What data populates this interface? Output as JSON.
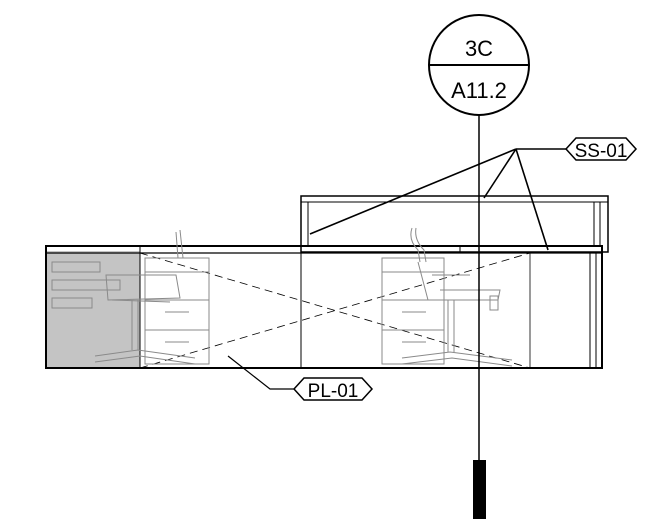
{
  "section_marker": {
    "detail": "3C",
    "sheet": "A11.2"
  },
  "tags": {
    "upper": {
      "label": "SS-01"
    },
    "lower": {
      "label": "PL-01"
    }
  },
  "colors": {
    "line": "#000000",
    "furniture": "#8a8a8a",
    "hatch": "#c4c4c4",
    "background": "#ffffff"
  }
}
